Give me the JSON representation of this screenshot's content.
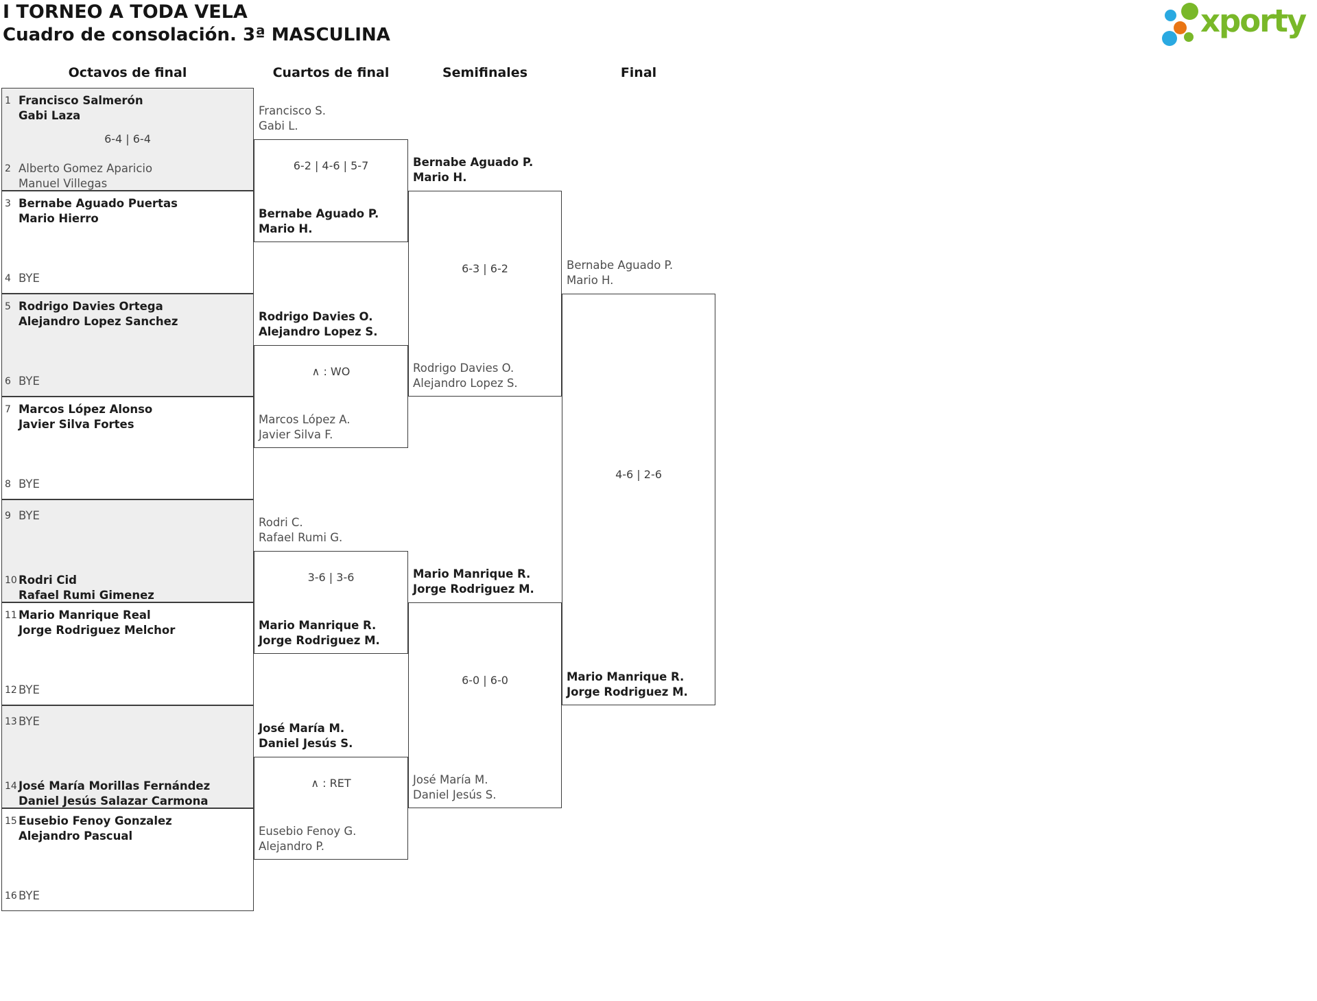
{
  "header": {
    "title_line1": "I TORNEO A TODA VELA",
    "title_line2": "Cuadro de consolación. 3ª MASCULINA"
  },
  "logo": {
    "text": "xporty",
    "green": "#79b829",
    "blue": "#2aa9e1",
    "orange": "#e97514"
  },
  "colors": {
    "line": "#3c3c3c",
    "shaded_row": "#eeeeee",
    "winner_text": "#1c1c1c",
    "loser_text": "#4e4e4e",
    "score_text": "#3d3d3d"
  },
  "bracket": {
    "round_headers": [
      "Octavos de final",
      "Cuartos de final",
      "Semifinales",
      "Final"
    ],
    "round_of_16": [
      {
        "shaded": true,
        "score": "6-4 | 6-4",
        "top": {
          "seed": "1",
          "lines": [
            "Francisco Salmerón",
            "Gabi Laza"
          ],
          "winner": true
        },
        "bottom": {
          "seed": "2",
          "lines": [
            "Alberto Gomez Aparicio",
            "Manuel Villegas"
          ],
          "winner": false
        }
      },
      {
        "shaded": false,
        "score": "",
        "top": {
          "seed": "3",
          "lines": [
            "Bernabe Aguado Puertas",
            "Mario Hierro"
          ],
          "winner": true
        },
        "bottom": {
          "seed": "4",
          "lines": [
            "BYE"
          ],
          "winner": false
        }
      },
      {
        "shaded": true,
        "score": "",
        "top": {
          "seed": "5",
          "lines": [
            "Rodrigo Davies Ortega",
            "Alejandro Lopez Sanchez"
          ],
          "winner": true
        },
        "bottom": {
          "seed": "6",
          "lines": [
            "BYE"
          ],
          "winner": false
        }
      },
      {
        "shaded": false,
        "score": "",
        "top": {
          "seed": "7",
          "lines": [
            "Marcos López Alonso",
            "Javier Silva Fortes"
          ],
          "winner": true
        },
        "bottom": {
          "seed": "8",
          "lines": [
            "BYE"
          ],
          "winner": false
        }
      },
      {
        "shaded": true,
        "score": "",
        "top": {
          "seed": "9",
          "lines": [
            "BYE"
          ],
          "winner": false
        },
        "bottom": {
          "seed": "10",
          "lines": [
            "Rodri Cid",
            "Rafael Rumi Gimenez"
          ],
          "winner": true
        }
      },
      {
        "shaded": false,
        "score": "",
        "top": {
          "seed": "11",
          "lines": [
            "Mario Manrique Real",
            "Jorge Rodriguez Melchor"
          ],
          "winner": true
        },
        "bottom": {
          "seed": "12",
          "lines": [
            "BYE"
          ],
          "winner": false
        }
      },
      {
        "shaded": true,
        "score": "",
        "top": {
          "seed": "13",
          "lines": [
            "BYE"
          ],
          "winner": false
        },
        "bottom": {
          "seed": "14",
          "lines": [
            "José María Morillas Fernández",
            "Daniel Jesús Salazar Carmona"
          ],
          "winner": true
        }
      },
      {
        "shaded": false,
        "score": "",
        "top": {
          "seed": "15",
          "lines": [
            "Eusebio Fenoy Gonzalez",
            "Alejandro Pascual"
          ],
          "winner": true
        },
        "bottom": {
          "seed": "16",
          "lines": [
            "BYE"
          ],
          "winner": false
        }
      }
    ],
    "quarterfinals": [
      {
        "score": "6-2 | 4-6 | 5-7",
        "top": {
          "lines": [
            "Francisco S.",
            "Gabi L."
          ],
          "winner": false
        },
        "bottom": {
          "lines": [
            "Bernabe Aguado P.",
            "Mario H."
          ],
          "winner": true
        }
      },
      {
        "score": "∧ : WO",
        "top": {
          "lines": [
            "Rodrigo Davies O.",
            "Alejandro Lopez S."
          ],
          "winner": true
        },
        "bottom": {
          "lines": [
            "Marcos López A.",
            "Javier Silva F."
          ],
          "winner": false
        }
      },
      {
        "score": "3-6 | 3-6",
        "top": {
          "lines": [
            "Rodri C.",
            "Rafael Rumi G."
          ],
          "winner": false
        },
        "bottom": {
          "lines": [
            "Mario Manrique R.",
            "Jorge Rodriguez M."
          ],
          "winner": true
        }
      },
      {
        "score": "∧ : RET",
        "top": {
          "lines": [
            "José María M.",
            "Daniel Jesús S."
          ],
          "winner": true
        },
        "bottom": {
          "lines": [
            "Eusebio Fenoy G.",
            "Alejandro P."
          ],
          "winner": false
        }
      }
    ],
    "semifinals": [
      {
        "score": "6-3 | 6-2",
        "top": {
          "lines": [
            "Bernabe Aguado P.",
            "Mario H."
          ],
          "winner": true
        },
        "bottom": {
          "lines": [
            "Rodrigo Davies O.",
            "Alejandro Lopez S."
          ],
          "winner": false
        }
      },
      {
        "score": "6-0 | 6-0",
        "top": {
          "lines": [
            "Mario Manrique R.",
            "Jorge Rodriguez M."
          ],
          "winner": true
        },
        "bottom": {
          "lines": [
            "José María M.",
            "Daniel Jesús S."
          ],
          "winner": false
        }
      }
    ],
    "final": [
      {
        "score": "4-6 | 2-6",
        "top": {
          "lines": [
            "Bernabe Aguado P.",
            "Mario H."
          ],
          "winner": false
        },
        "bottom": {
          "lines": [
            "Mario Manrique R.",
            "Jorge Rodriguez M."
          ],
          "winner": true
        }
      }
    ]
  }
}
